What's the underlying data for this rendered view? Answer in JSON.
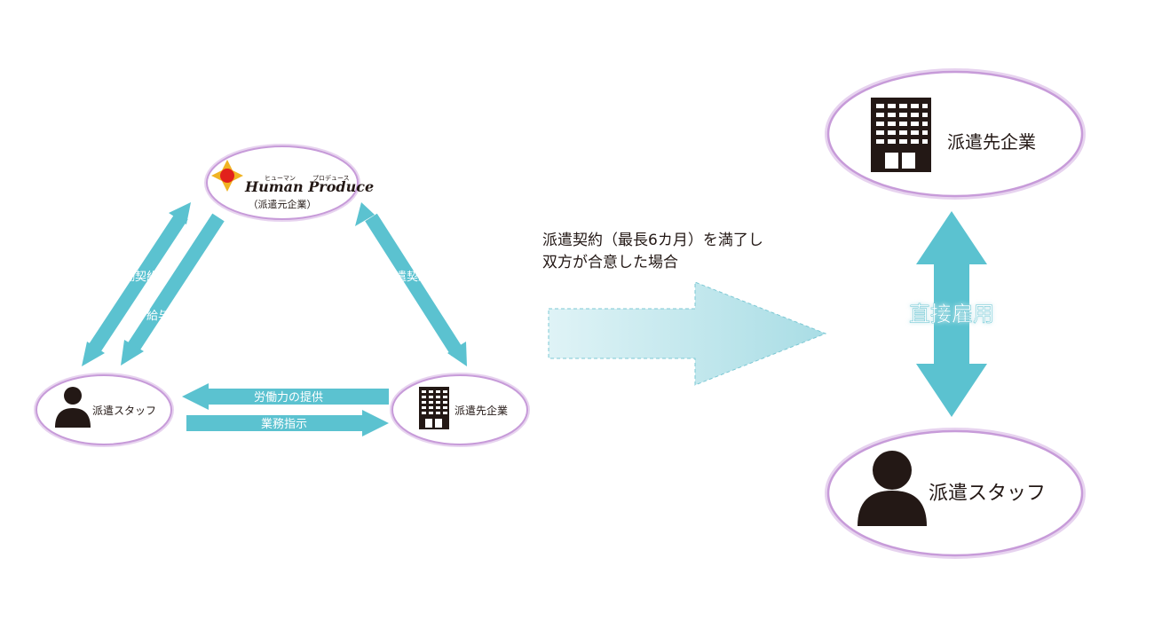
{
  "left_diagram": {
    "dispatch_agency": {
      "logo_text": "Human Produce",
      "logo_ruby_left": "ヒューマン",
      "logo_ruby_right": "プロデュース",
      "label": "（派遣元企業）"
    },
    "staff": {
      "label": "派遣スタッフ",
      "icon": "person-icon"
    },
    "client": {
      "label": "派遣先企業",
      "icon": "building-icon"
    },
    "arrows": {
      "labor_contract": "労働契約",
      "salary": "給与",
      "dispatch_contract": "派遣契約",
      "labor_provision": "労働力の提供",
      "work_instruction": "業務指示"
    }
  },
  "transition": {
    "line1": "派遣契約（最長6カ月）を満了し",
    "line2": "双方が合意した場合"
  },
  "right_diagram": {
    "client": {
      "label": "派遣先企業",
      "icon": "building-icon"
    },
    "relation": "直接雇用",
    "staff": {
      "label": "派遣スタッフ",
      "icon": "person-icon"
    }
  },
  "colors": {
    "arrow": "#5bc2d0",
    "ellipse_stroke": "#c79bd9",
    "icon": "#231815",
    "logo_red": "#e2211c",
    "logo_gold": "#f0b323",
    "transition_arrow": "#c7e9ee"
  }
}
